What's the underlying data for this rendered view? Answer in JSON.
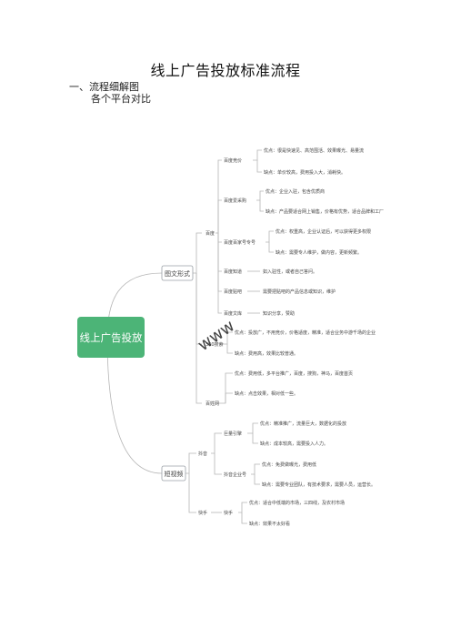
{
  "document": {
    "title": "线上广告投放标准流程",
    "section_heading": "一、流程细解图",
    "sub_heading": "各个平台对比"
  },
  "mindmap": {
    "root": "线上广告投放",
    "root_color": "#4cb477",
    "line_color": "#b5b5b5",
    "box_color": "#9aa0a6",
    "branches": {
      "tuwen": "图文形式",
      "duanshipin": "短视频"
    },
    "baidu": {
      "label": "百度",
      "jingjia": {
        "label": "百度竞价",
        "pro": "优点：很是快速见、高范围活、效果曝光、易量流",
        "con": "缺点：单价较高，费用投入大，消耗快。"
      },
      "aibaozhi": {
        "label": "百度爱采购",
        "pro": "优点：企业入驻，包含优质商",
        "con": "缺点：产品要适合网上销售，价格有优势，适合品牌和工厂"
      },
      "baijiahao": {
        "label": "百度百家号专号",
        "pro": "优点：权重高，企业认证后，可以获得更多权限",
        "con": "缺点：需要专人维护，做内容，更新频繁。"
      },
      "zhidao": {
        "label": "百度知道",
        "desc": "如入驻性，或者自己答问。"
      },
      "tieba": {
        "label": "百度贴吧",
        "desc": "需要把贴吧的产品信息或知识，维护"
      },
      "wenku": {
        "label": "百度文库",
        "desc": "知识分享，赞助"
      }
    },
    "qihu": {
      "label": "360搜索",
      "pro": "优点：投放广，不用竞价，价格适度，精准，适合业务中游千场的企业",
      "con": "缺点：费用高，效果比较普通。"
    },
    "b2b": {
      "label": "百姓网",
      "pro": "优点：费用低，多平台推广，百度，搜狗，神马，百度首页",
      "con": "缺点：点击效果，相对低一些。"
    },
    "douyin": {
      "label": "抖音",
      "dou": {
        "label": "巨量引擎",
        "pro": "优点：精准推广，流量巨大，数据化的投放",
        "con": "缺点：成本较高，需要投入人力。"
      },
      "qiye": {
        "label": "抖音企业号",
        "pro": "优点：免费做曝光，费用低",
        "con": "缺点：需要专业团队，有技术要求，需要人员，运营长。"
      }
    },
    "kuaishou": {
      "label": "快手",
      "sub": "快手",
      "pro": "优点：适合中低端的市场，三四线，及农村市场",
      "con": "缺点：效果不太好看"
    },
    "watermark": "www"
  }
}
